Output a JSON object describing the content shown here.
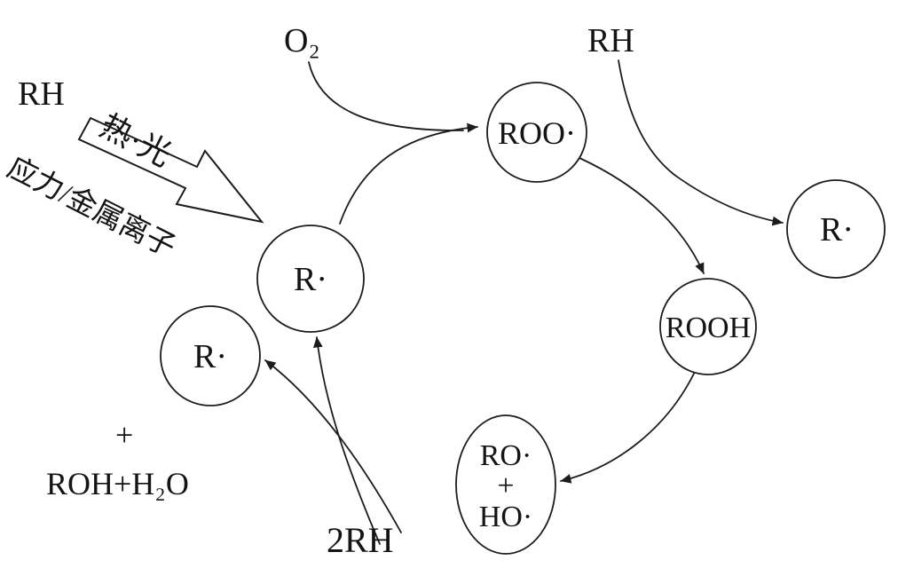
{
  "diagram": {
    "subject": "radical-chain-autoxidation-cycle",
    "colors": {
      "background": "#ffffff",
      "stroke": "#1c1c1c",
      "text": "#141414"
    },
    "labels": {
      "rh_top_left": "RH",
      "heat_light": "热·光",
      "stress_metal": "应力/金属离子",
      "o2": "O₂",
      "rh_top_right": "RH",
      "plus_left": "+",
      "roh_h2o": "ROH+H₂O",
      "two_rh": "2RH"
    },
    "nodes": {
      "r_center": "R·",
      "roo": "ROO·",
      "r_right": "R·",
      "rooh": "ROOH",
      "ro": "RO·",
      "ro_plus": "+",
      "ho": "HO·",
      "r_left": "R·"
    }
  }
}
